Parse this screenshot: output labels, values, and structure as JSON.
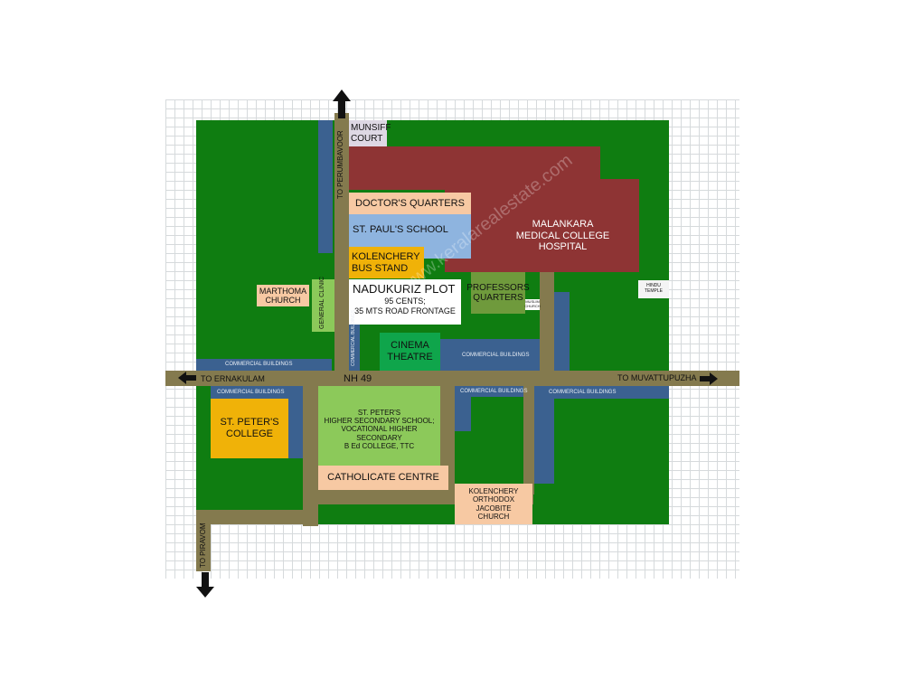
{
  "roads": {
    "nh": "NH 49",
    "to_ernakulam": "TO ERNAKULAM",
    "to_muvattupuzha": "TO MUVATTUPUZHA",
    "to_perumbavoor": "TO PERUMBAVOOR",
    "to_piravom": "TO PIRAVOM"
  },
  "places": {
    "munsiff_court": "MUNSIFF\nCOURT",
    "doctors_quarters": "DOCTOR'S QUARTERS",
    "st_pauls_school": "ST. PAUL'S SCHOOL",
    "bus_stand": "KOLENCHERY\nBUS STAND",
    "hospital": "MALANKARA\nMEDICAL COLLEGE\nHOSPITAL",
    "plot_title": "NADUKURIZ PLOT",
    "plot_detail": "95 CENTS;\n35 MTS ROAD FRONTAGE",
    "professors_quarters": "PROFESSORS\nQUARTERS",
    "muslim_church": "MUSLIM\nCHURCH",
    "hindu_temple": "HINDU\nTEMPLE",
    "marthoma_church": "MARTHOMA\nCHURCH",
    "general_clinic": "GENERAL CLINIC",
    "cinema_theatre": "CINEMA\nTHEATRE",
    "st_peters_college": "ST. PETER'S\nCOLLEGE",
    "st_peters_school": "ST. PETER'S\nHIGHER SECONDARY SCHOOL;\nVOCATIONAL HIGHER SECONDARY\nB Ed COLLEGE, TTC",
    "catholicate_centre": "CATHOLICATE CENTRE",
    "orthodox_church": "KOLENCHERY\nORTHODOX JACOBITE\nCHURCH"
  },
  "commercial": "COMMERCIAL BUILDINGS",
  "watermark": "www.keralarealestate.com"
}
